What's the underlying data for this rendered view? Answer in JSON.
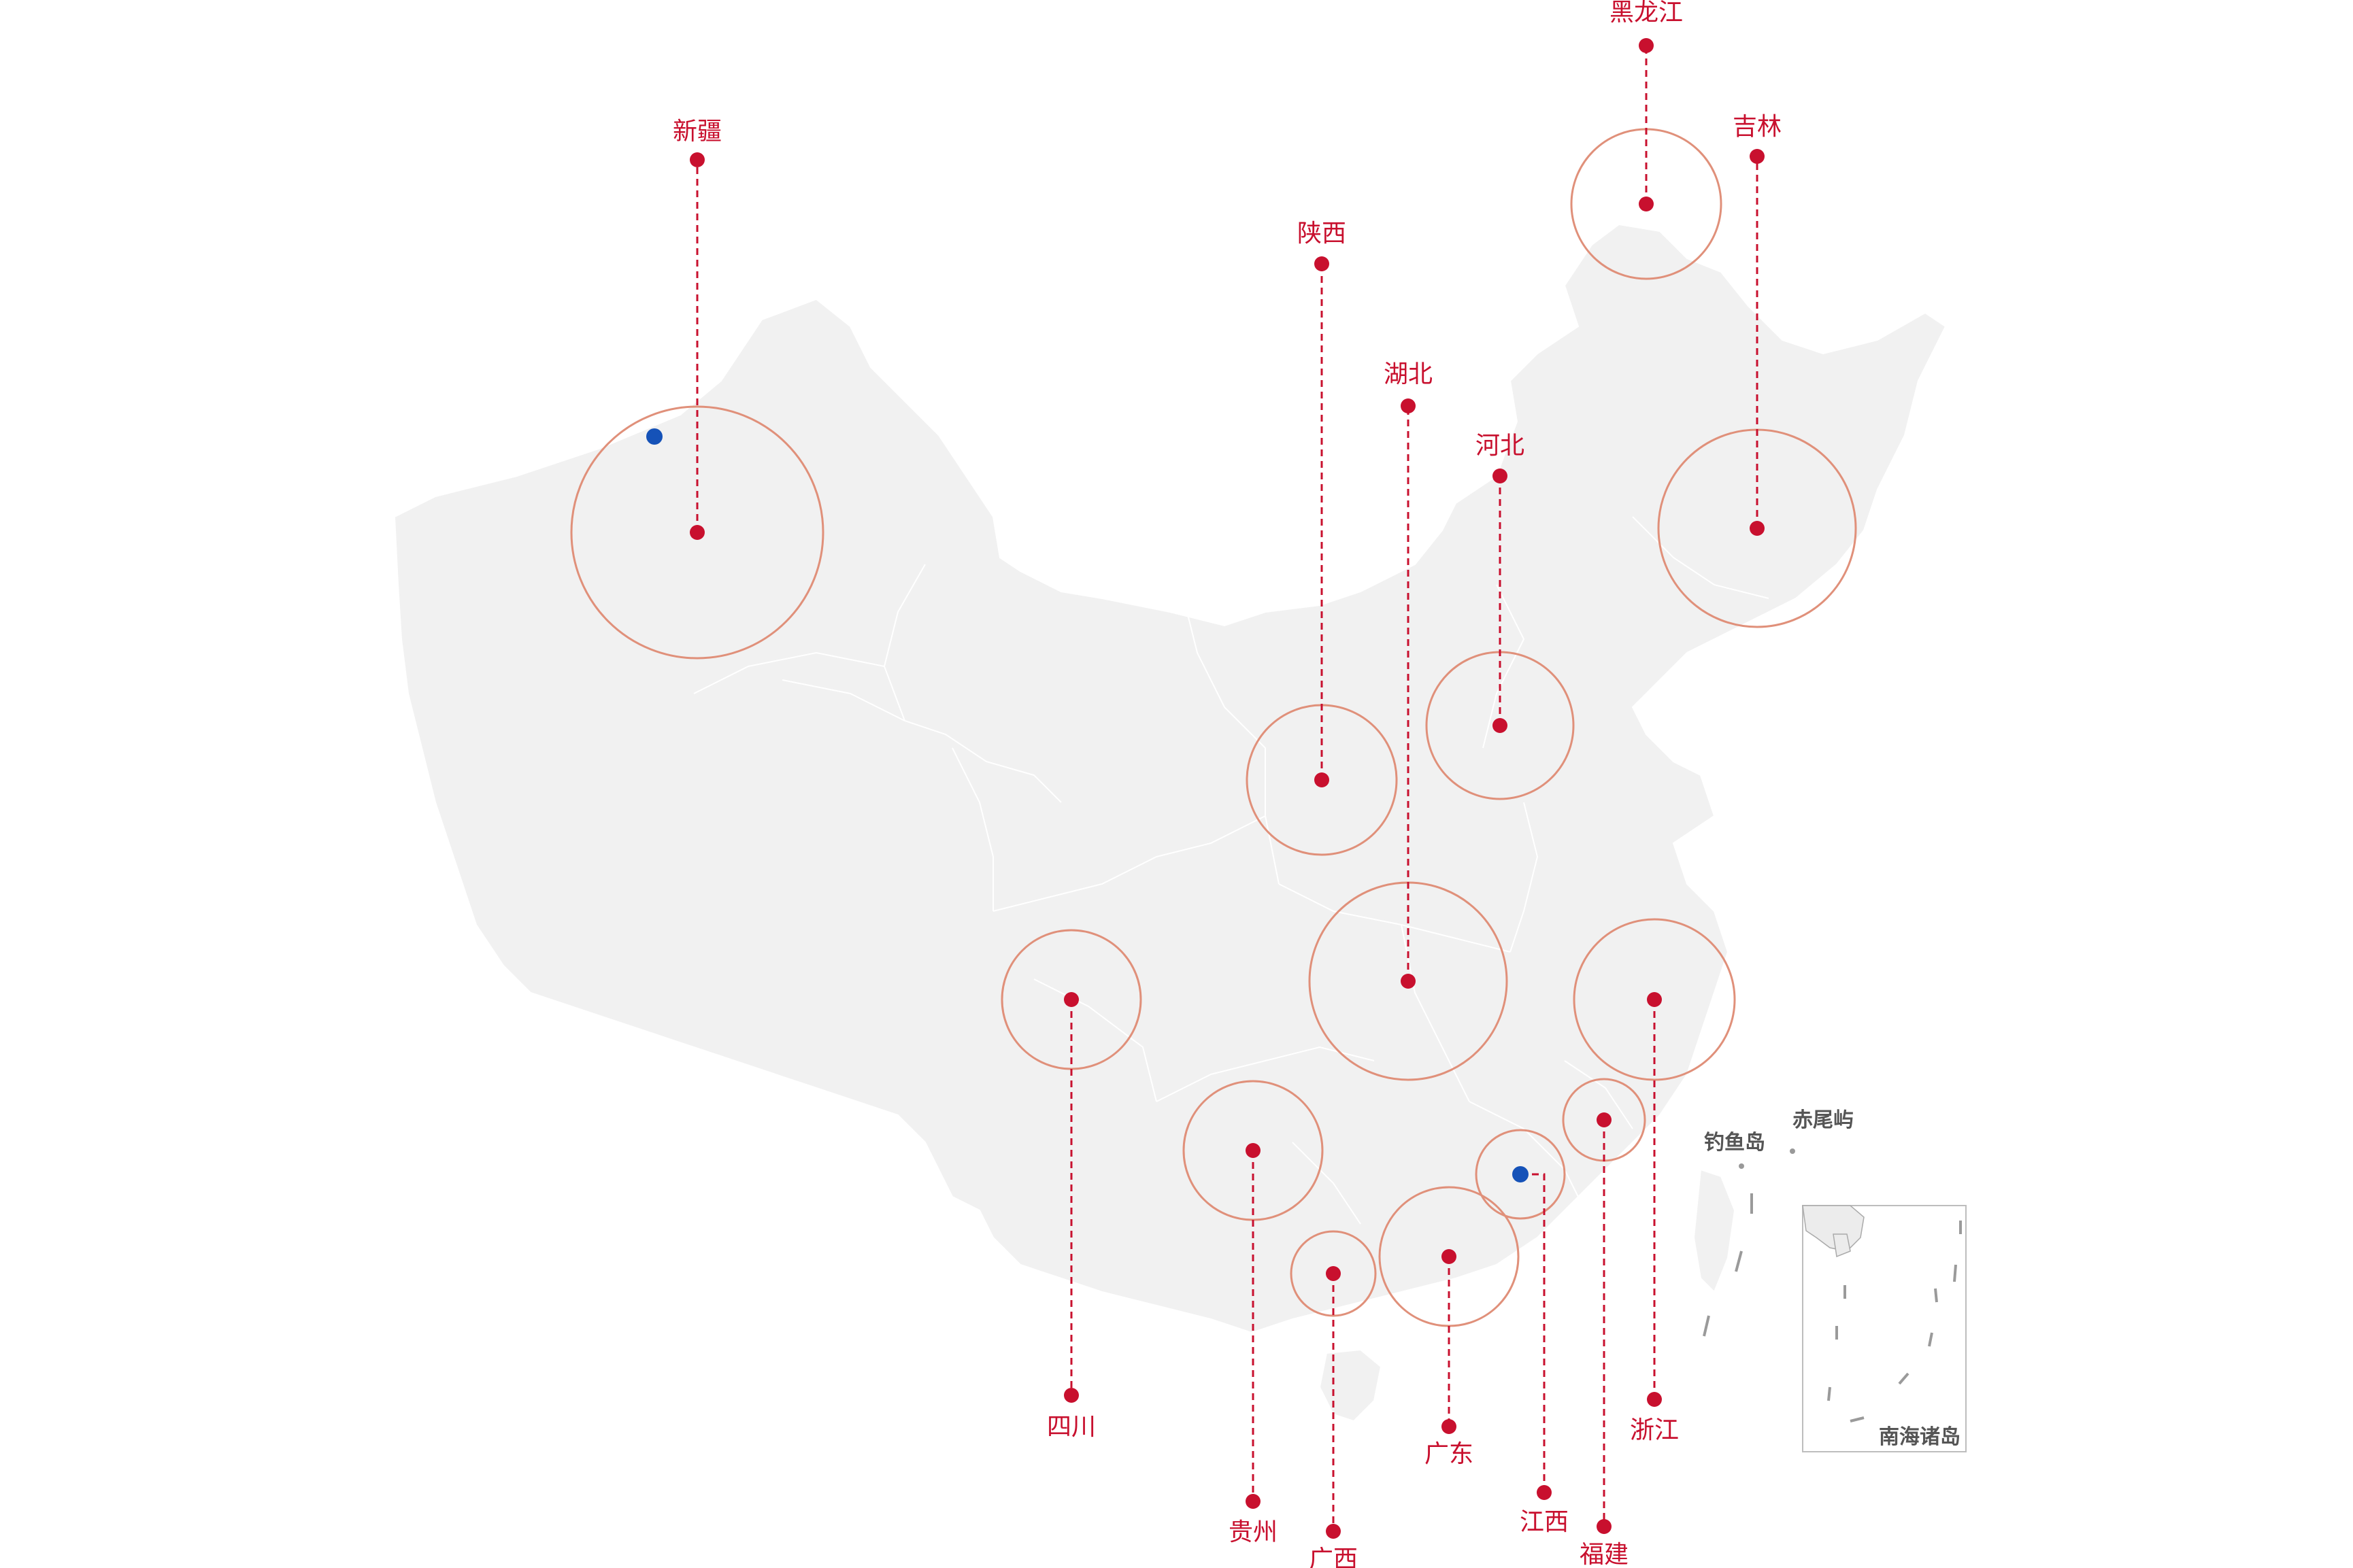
{
  "map": {
    "provinces": [
      {
        "id": "xinjiang",
        "label": "新疆",
        "size": "large"
      },
      {
        "id": "shaanxi",
        "label": "陕西",
        "size": "medium"
      },
      {
        "id": "hubei",
        "label": "湖北",
        "size": "large"
      },
      {
        "id": "hebei",
        "label": "河北",
        "size": "medium"
      },
      {
        "id": "heilongjiang",
        "label": "黑龙江",
        "size": "medium"
      },
      {
        "id": "jilin",
        "label": "吉林",
        "size": "large"
      },
      {
        "id": "sichuan",
        "label": "四川",
        "size": "medium"
      },
      {
        "id": "guizhou",
        "label": "贵州",
        "size": "medium"
      },
      {
        "id": "guangxi",
        "label": "广西",
        "size": "small"
      },
      {
        "id": "guangdong",
        "label": "广东",
        "size": "medium"
      },
      {
        "id": "jiangxi",
        "label": "江西",
        "size": "small"
      },
      {
        "id": "fujian",
        "label": "福建",
        "size": "small"
      },
      {
        "id": "zhejiang",
        "label": "浙江",
        "size": "medium"
      }
    ],
    "highlights": [
      {
        "id": "xinjiang-marker",
        "color": "#1552b8"
      },
      {
        "id": "jiangxi-marker",
        "color": "#1552b8"
      }
    ],
    "islands": {
      "diaoyu": "钓鱼岛",
      "chiwei": "赤尾屿",
      "south_sea": "南海诸岛"
    },
    "colors": {
      "marker": "#c8102e",
      "ring": "#e0907a",
      "land": "#f1f1f1",
      "highlight": "#1552b8"
    }
  }
}
